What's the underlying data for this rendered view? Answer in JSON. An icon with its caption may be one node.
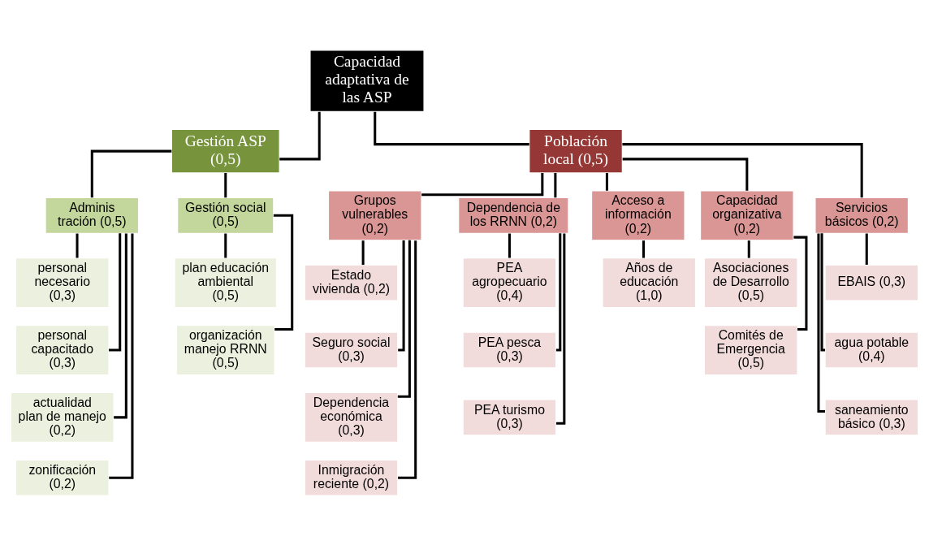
{
  "diagram": {
    "nodes": [
      {
        "text": [
          "Capacidad adaptativa de las ASP"
        ]
      },
      {
        "text": [
          "Gestión ASP (0,5)"
        ]
      },
      {
        "text": [
          "Población local (0,5)"
        ]
      },
      {
        "text": [
          "Adminis tración (0,5)"
        ]
      },
      {
        "text": [
          "Gestión social (0,5)"
        ]
      },
      {
        "text": [
          "Grupos vulnerables (0,2)"
        ]
      },
      {
        "text": [
          "Dependencia de los RRNN (0,2)"
        ]
      },
      {
        "text": [
          "Acceso a información (0,2)"
        ]
      },
      {
        "text": [
          "Capacidad organizativa (0,2)"
        ]
      },
      {
        "text": [
          "Servicios básicos (0,2)"
        ]
      },
      {
        "text": [
          "personal necesario (0,3)"
        ]
      },
      {
        "text": [
          "personal capacitado (0,3)"
        ]
      },
      {
        "text": [
          "actualidad plan de manejo (0,2)"
        ]
      },
      {
        "text": [
          "zonificación (0,2)"
        ]
      },
      {
        "text": [
          "plan educación ambiental (0,5)"
        ]
      },
      {
        "text": [
          "organización manejo RRNN (0,5)"
        ]
      },
      {
        "text": [
          "Estado vivienda (0,2)"
        ]
      },
      {
        "text": [
          "Seguro social (0,3)"
        ]
      },
      {
        "text": [
          "Dependencia económica (0,3)"
        ]
      },
      {
        "text": [
          "Inmigración reciente (0,2)"
        ]
      },
      {
        "text": [
          "PEA agropecuario (0,4)"
        ]
      },
      {
        "text": [
          "PEA pesca (0,3)"
        ]
      },
      {
        "text": [
          "PEA turismo (0,3)"
        ]
      },
      {
        "text": [
          "Años de educación (1,0)"
        ]
      },
      {
        "text": [
          "Asociaciones de Desarrollo (0,5)"
        ]
      },
      {
        "text": [
          "Comités de Emergencia (0,5)"
        ]
      },
      {
        "text": [
          "EBAIS (0,3)"
        ]
      },
      {
        "text": [
          "agua potable (0,4)"
        ]
      },
      {
        "text": [
          "saneamiento básico (0,3)"
        ]
      }
    ],
    "edges": [
      {
        "from": 0,
        "to": 1,
        "arrow": "none"
      },
      {
        "from": 0,
        "to": 2,
        "arrow": "none"
      },
      {
        "from": 1,
        "to": 3,
        "arrow": "none"
      },
      {
        "from": 1,
        "to": 4,
        "arrow": "none"
      },
      {
        "from": 2,
        "to": 5,
        "arrow": "none"
      },
      {
        "from": 2,
        "to": 6,
        "arrow": "none"
      },
      {
        "from": 2,
        "to": 7,
        "arrow": "none"
      },
      {
        "from": 2,
        "to": 8,
        "arrow": "none"
      },
      {
        "from": 2,
        "to": 9,
        "arrow": "none"
      },
      {
        "from": 3,
        "to": 10,
        "arrow": "none"
      },
      {
        "from": 3,
        "to": 11,
        "arrow": "none"
      },
      {
        "from": 3,
        "to": 12,
        "arrow": "none"
      },
      {
        "from": 3,
        "to": 13,
        "arrow": "none"
      },
      {
        "from": 4,
        "to": 14,
        "arrow": "none"
      },
      {
        "from": 4,
        "to": 15,
        "arrow": "none"
      },
      {
        "from": 5,
        "to": 16,
        "arrow": "none"
      },
      {
        "from": 5,
        "to": 17,
        "arrow": "none"
      },
      {
        "from": 5,
        "to": 18,
        "arrow": "none"
      },
      {
        "from": 5,
        "to": 19,
        "arrow": "none"
      },
      {
        "from": 6,
        "to": 20,
        "arrow": "none"
      },
      {
        "from": 6,
        "to": 21,
        "arrow": "none"
      },
      {
        "from": 6,
        "to": 22,
        "arrow": "none"
      },
      {
        "from": 7,
        "to": 23,
        "arrow": "none"
      },
      {
        "from": 8,
        "to": 24,
        "arrow": "none"
      },
      {
        "from": 8,
        "to": 25,
        "arrow": "none"
      },
      {
        "from": 9,
        "to": 26,
        "arrow": "none"
      },
      {
        "from": 9,
        "to": 27,
        "arrow": "none"
      },
      {
        "from": 9,
        "to": 28,
        "arrow": "none"
      }
    ]
  }
}
